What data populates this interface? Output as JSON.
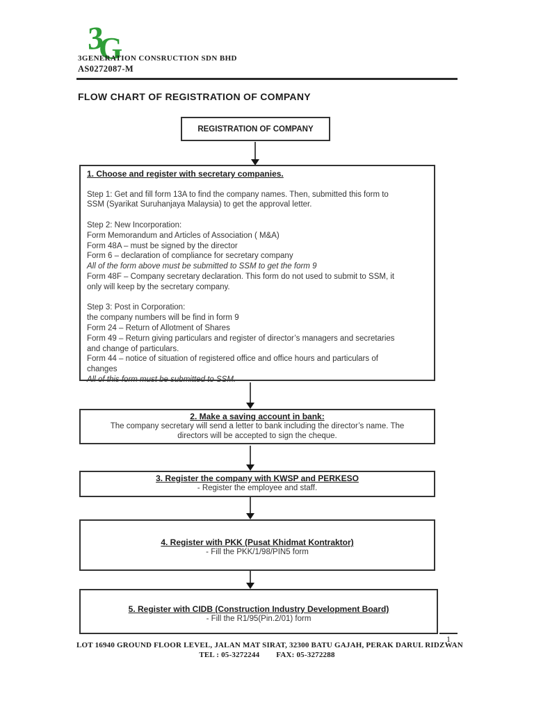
{
  "header": {
    "logo": {
      "top_letter": "3",
      "bottom_letter": "G",
      "color": "#2f9e38"
    },
    "company_name": "3GENERATION CONSRUCTION SDN BHD",
    "registration_no": "AS0272087-M"
  },
  "document": {
    "title": "FLOW CHART OF REGISTRATION OF COMPANY"
  },
  "flowchart": {
    "start_box": {
      "label": "REGISTRATION OF COMPANY"
    },
    "box1": {
      "title": "1. Choose and register with secretary companies.",
      "lines": [
        {
          "text": "",
          "style": "blank"
        },
        "Step 1: Get and fill form 13A to find the company names. Then, submitted this form to",
        "SSM (Syarikat Suruhanjaya Malaysia) to get the approval letter.",
        {
          "text": "",
          "style": "blank"
        },
        "Step 2: New Incorporation:",
        "Form Memorandum and Articles of Association ( M&A)",
        "Form 48A – must be signed by the director",
        "Form 6 – declaration of compliance for secretary company",
        {
          "text": "All of the form above must be submitted to SSM to get the form 9",
          "style": "italic"
        },
        "Form 48F – Company secretary declaration. This form do not used to submit to SSM, it",
        "only will keep by the secretary company.",
        {
          "text": "",
          "style": "blank"
        },
        "Step 3: Post in Corporation:",
        "the company numbers will be find in form 9",
        "Form 24 – Return of Allotment of Shares",
        "Form 49 – Return giving particulars and register of director’s managers and secretaries",
        "and change of particulars.",
        "Form 44 – notice of situation of registered office and office hours and particulars of",
        "changes",
        {
          "text": "All of this form must be submitted to SSM.",
          "style": "italic"
        }
      ]
    },
    "box2": {
      "title": "2. Make a saving account in bank:",
      "lines": [
        "The company secretary will send a letter to bank including the director’s name. The",
        "directors will be accepted to sign the cheque."
      ]
    },
    "box3": {
      "title": "3. Register the company with KWSP and PERKESO",
      "lines": [
        "- Register the employee and staff."
      ]
    },
    "box4": {
      "title": "4. Register with PKK (Pusat Khidmat Kontraktor)",
      "lines": [
        "- Fill the PKK/1/98/PIN5 form"
      ]
    },
    "box5": {
      "title": "5. Register with CIDB (Construction Industry Development Board)",
      "lines": [
        "- Fill the R1/95(Pin.2/01) form"
      ]
    }
  },
  "footer": {
    "page_number": "1",
    "address": "LOT 16940 GROUND FLOOR LEVEL, JALAN MAT SIRAT, 32300 BATU GAJAH, PERAK DARUL RIDZWAN",
    "tel": "TEL : 05-3272244",
    "fax": "FAX: 05-3272288"
  }
}
